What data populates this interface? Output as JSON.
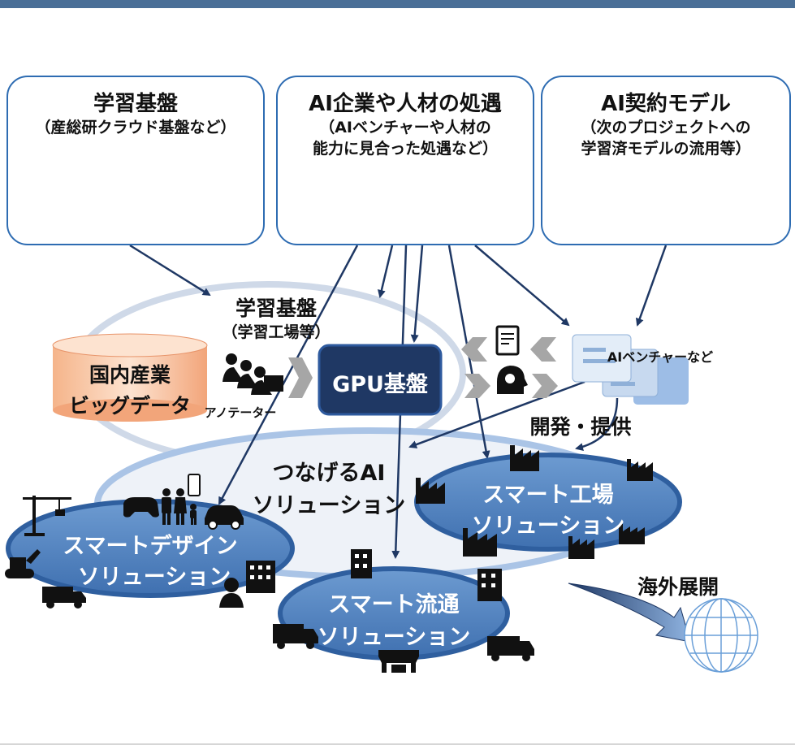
{
  "boxes": {
    "infra": {
      "title": "学習基盤",
      "sub": "（産総研クラウド基盤など）"
    },
    "talent": {
      "title": "AI企業や人材の処遇",
      "sub1": "（AIベンチャーや人材の",
      "sub2": "能力に見合った処遇など）"
    },
    "contract": {
      "title": "AI契約モデル",
      "sub1": "（次のプロジェクトへの",
      "sub2": "学習済モデルの流用等）"
    }
  },
  "center": {
    "learning_title": "学習基盤",
    "learning_sub": "（学習工場等）",
    "bigdata1": "国内産業",
    "bigdata2": "ビッグデータ",
    "annotator": "アノテーター",
    "gpu": "GPU基盤",
    "venture": "AIベンチャーなど",
    "dev": "開発・提供",
    "connect1": "つなげるAI",
    "connect2": "ソリューション"
  },
  "solutions": {
    "design1": "スマートデザイン",
    "design2": "ソリューション",
    "factory1": "スマート工場",
    "factory2": "ソリューション",
    "logistics1": "スマート流通",
    "logistics2": "ソリューション"
  },
  "overseas": "海外展開",
  "colors": {
    "border": "#2e6cb2",
    "navy": "#1f3864",
    "ellipse": "#4f81bd",
    "topbar": "#4a6f97"
  },
  "icons": [
    "server-rack-icon",
    "people-icon",
    "document-icon",
    "annotator-icon",
    "gear-head-icon",
    "factory-icon",
    "truck-icon",
    "building-icon",
    "crane-icon",
    "excavator-icon",
    "gamepad-icon",
    "family-icon",
    "car-icon",
    "store-icon",
    "globe-icon",
    "arrow-icon"
  ]
}
